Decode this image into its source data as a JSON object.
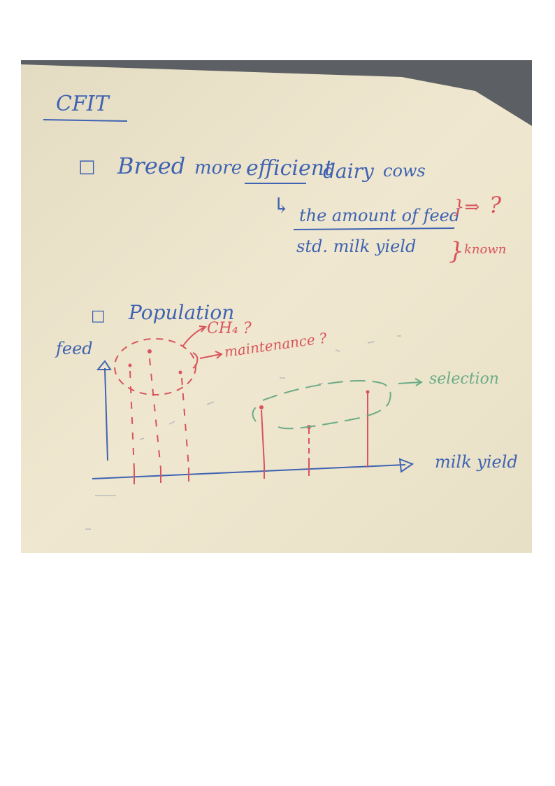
{
  "whiteboard": {
    "title": "CFIT",
    "item1": {
      "bullet": "□",
      "word_breed": "Breed",
      "word_more": "more",
      "word_efficient": "efficient",
      "word_dairy": "dairy",
      "word_cows": "cows",
      "arrow": "↳",
      "numerator": "the amount of feed",
      "brace_arrow": "}⇒",
      "question": "?",
      "denominator": "std. milk yield",
      "known_brace": "}",
      "known": "known"
    },
    "item2": {
      "bullet": "□",
      "label": "Population",
      "ch4": "CH₄ ?",
      "maintenance": "maintenance ?",
      "feed_axis": "feed",
      "selection": "selection",
      "milk_axis": "milk yield"
    }
  },
  "colors": {
    "board": "#ece4cc",
    "blue_marker": "#3f63b2",
    "red_marker": "#d9545c",
    "green_marker": "#6bac86",
    "background": "#5c5f63"
  }
}
